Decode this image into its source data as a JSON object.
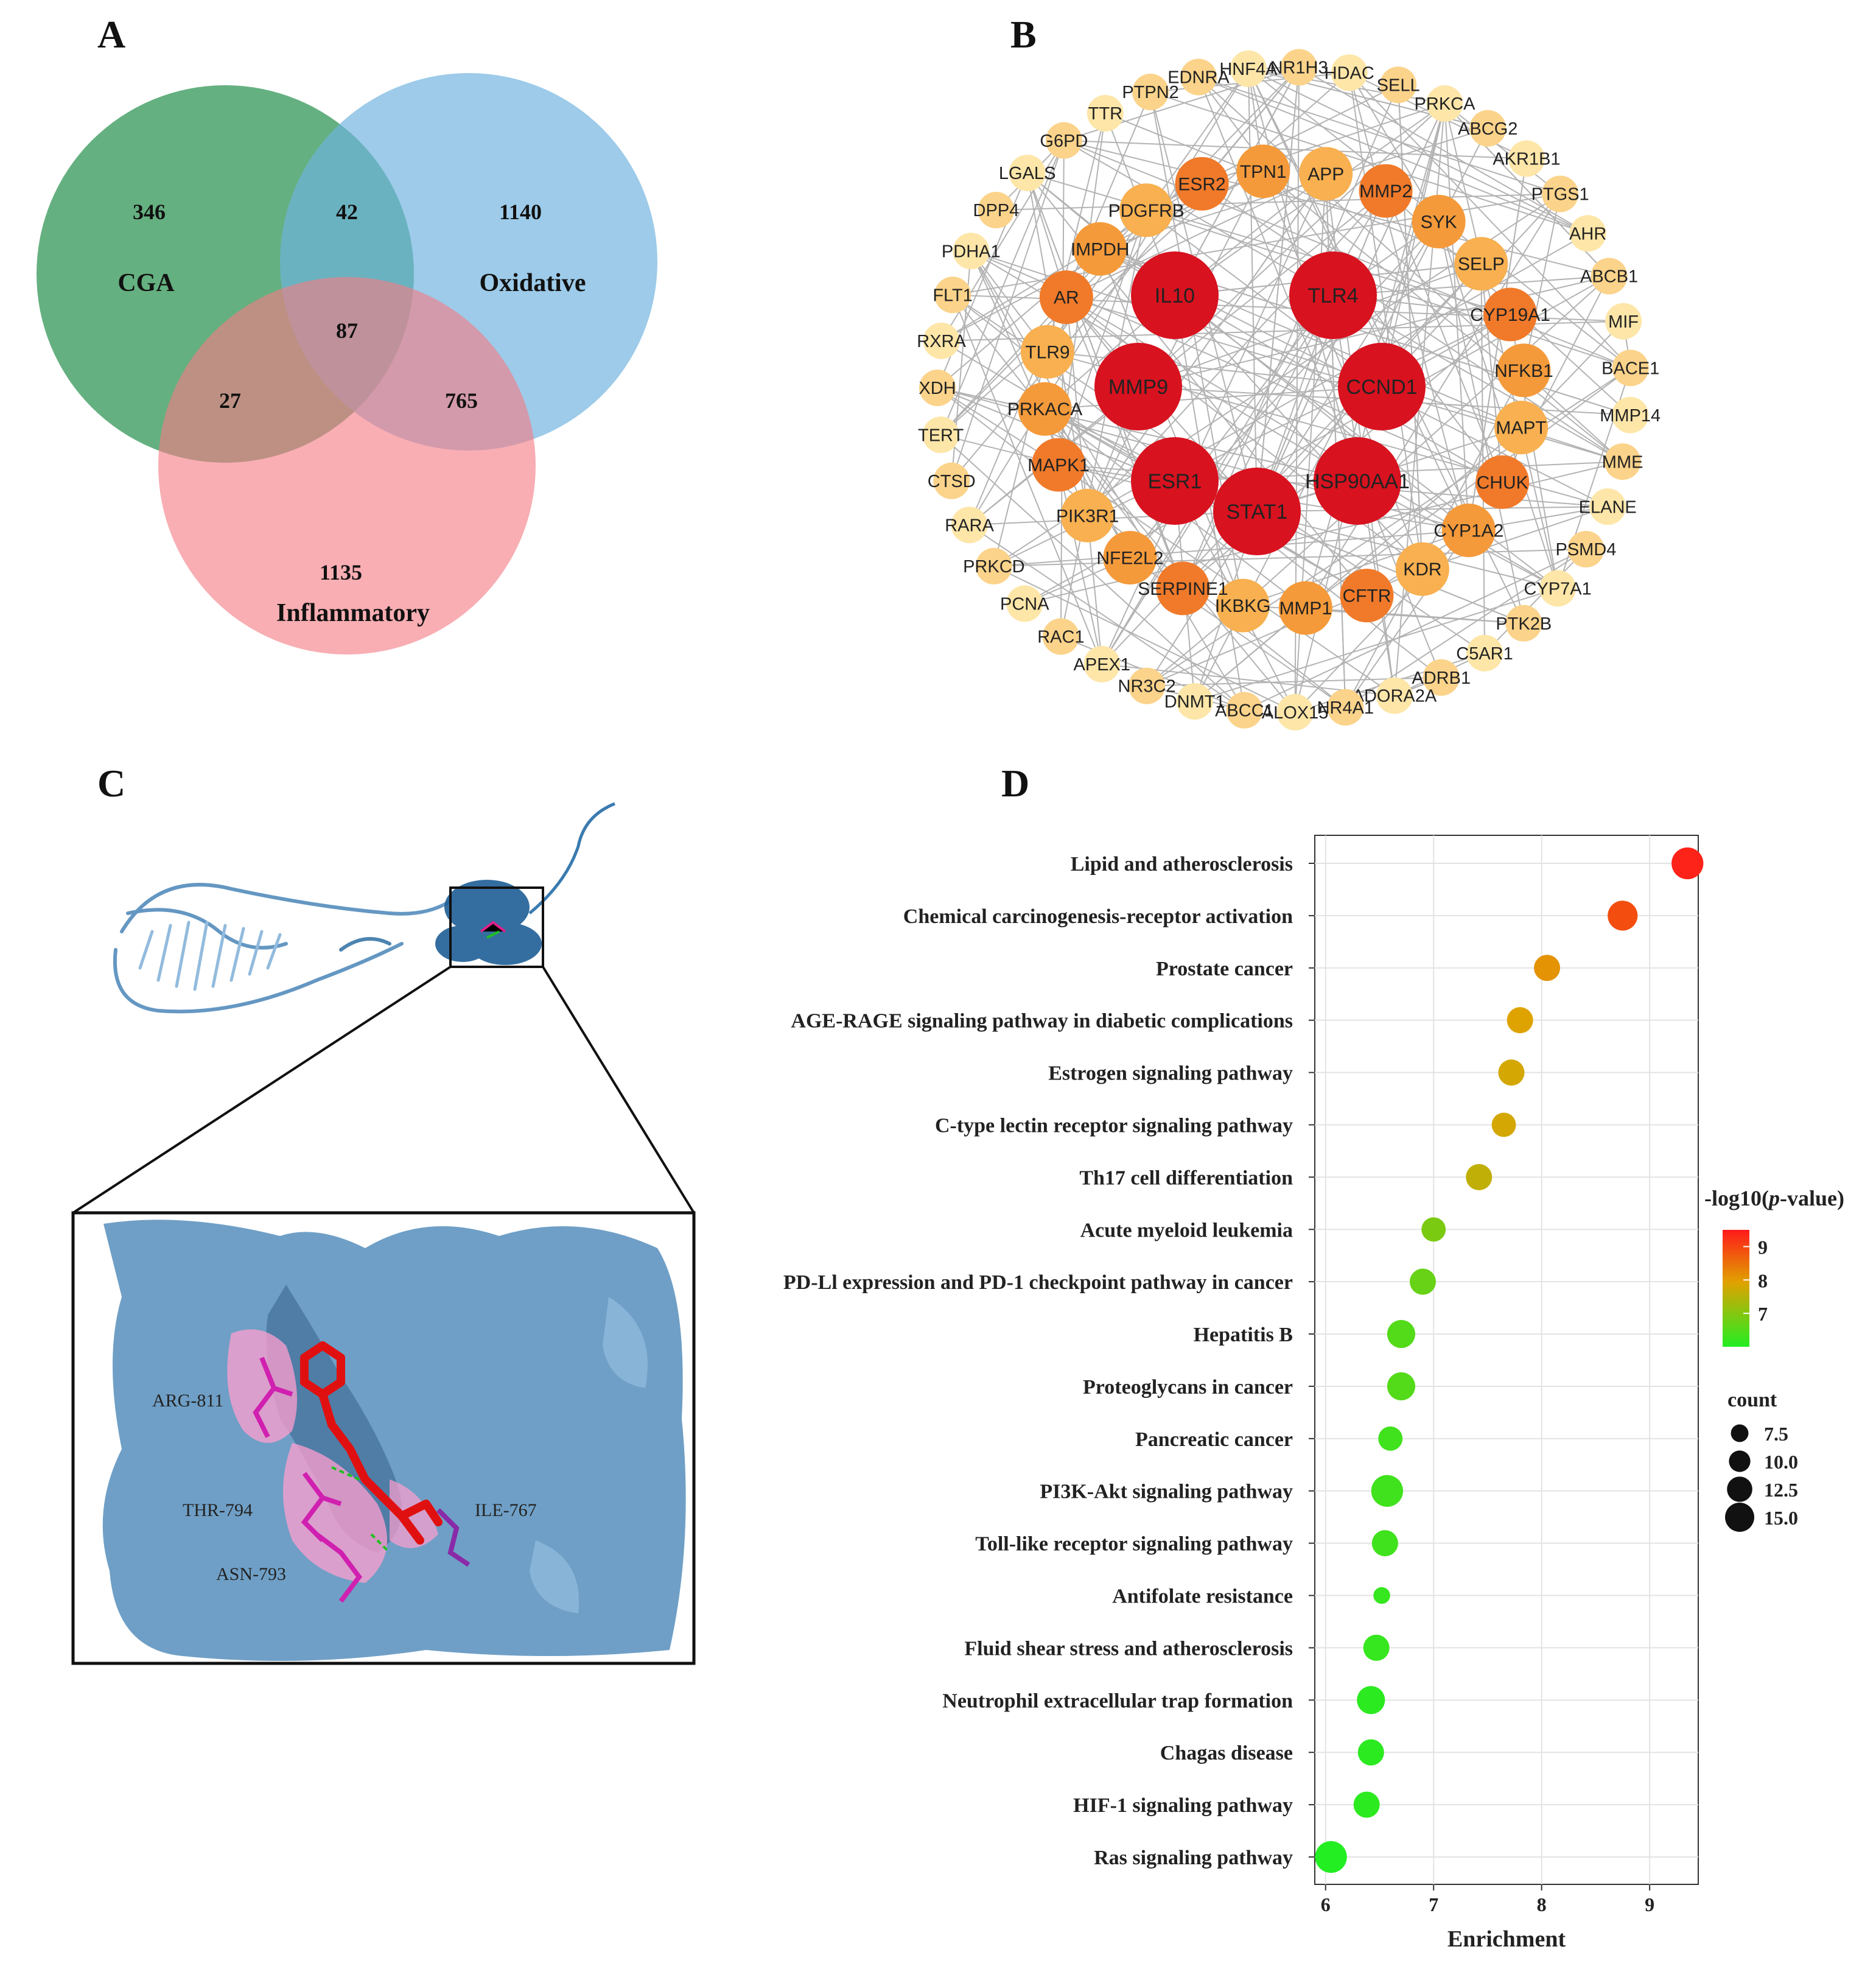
{
  "panels": {
    "a": {
      "letter": "A"
    },
    "b": {
      "letter": "B"
    },
    "c": {
      "letter": "C"
    },
    "d": {
      "letter": "D"
    }
  },
  "venn": {
    "sets": [
      {
        "name": "CGA",
        "color": "#3a9a5c"
      },
      {
        "name": "Oxidative",
        "color": "#6fb3de"
      },
      {
        "name": "Inflammatory",
        "color": "#f47c84"
      }
    ],
    "regions": {
      "only_cga": "346",
      "cga_oxidative": "42",
      "only_oxidative": "1140",
      "all_three": "87",
      "cga_inflammatory": "27",
      "oxidative_inflammatory": "765",
      "only_inflammatory": "1135"
    }
  },
  "network": {
    "core_nodes": [
      "IL10",
      "TLR4",
      "MMP9",
      "CCND1",
      "ESR1",
      "HSP90AA1",
      "STAT1"
    ],
    "middle_nodes": [
      "ESR2",
      "TPN1",
      "APP",
      "MMP2",
      "SYK",
      "SELP",
      "CYP19A1",
      "NFKB1",
      "MAPT",
      "CHUK",
      "CYP1A2",
      "KDR",
      "CFTR",
      "MMP1",
      "IKBKG",
      "SERPINE1",
      "NFE2L2",
      "PIK3R1",
      "MAPK1",
      "PRKACA",
      "TLR9",
      "AR",
      "IMPDH",
      "PDGFRB"
    ],
    "outer_nodes": [
      "EDNRA",
      "HNF4A",
      "NR1H3",
      "HDAC",
      "SELL",
      "PRKCA",
      "ABCG2",
      "AKR1B1",
      "PTGS1",
      "AHR",
      "ABCB1",
      "MIF",
      "BACE1",
      "MMP14",
      "MME",
      "ELANE",
      "PSMD4",
      "CYP7A1",
      "PTK2B",
      "C5AR1",
      "ADRB1",
      "ADORA2A",
      "NR4A1",
      "ALOX15",
      "ABCC1",
      "DNMT1",
      "NR3C2",
      "APEX1",
      "RAC1",
      "PCNA",
      "PRKCD",
      "RARA",
      "CTSD",
      "TERT",
      "XDH",
      "RXRA",
      "FLT1",
      "PDHA1",
      "DPP4",
      "LGALS",
      "G6PD",
      "TTR",
      "PTPN2"
    ]
  },
  "docking": {
    "residues": [
      "ARG-811",
      "THR-794",
      "ASN-793",
      "ILE-767"
    ]
  },
  "chart_data": {
    "type": "scatter",
    "title": "",
    "xlabel": "Enrichment",
    "ylabel": "",
    "xlim": [
      5.9,
      9.45
    ],
    "xticks": [
      6,
      7,
      8,
      9
    ],
    "grid": true,
    "categories": [
      "Lipid and atherosclerosis",
      "Chemical carcinogenesis-receptor activation",
      "Prostate cancer",
      "AGE-RAGE signaling pathway in diabetic complications",
      "Estrogen signaling pathway",
      "C-type lectin receptor signaling pathway",
      "Th17 cell differentiation",
      "Acute myeloid leukemia",
      "PD-Ll expression and PD-1 checkpoint pathway in cancer",
      "Hepatitis B",
      "Proteoglycans in cancer",
      "Pancreatic cancer",
      "PI3K-Akt signaling pathway",
      "Toll-like receptor signaling pathway",
      "Antifolate resistance",
      "Fluid shear stress and  atherosclerosis",
      "Neutrophil extracellular trap formation",
      "Chagas disease",
      "HIF-1 signaling pathway",
      "Ras signaling pathway"
    ],
    "enrichment": [
      9.35,
      8.75,
      8.05,
      7.8,
      7.72,
      7.65,
      7.42,
      7.0,
      6.9,
      6.7,
      6.7,
      6.6,
      6.57,
      6.55,
      6.52,
      6.47,
      6.42,
      6.42,
      6.38,
      6.05
    ],
    "neg_log10_p": [
      9.4,
      8.9,
      8.1,
      7.9,
      7.8,
      7.8,
      7.6,
      6.9,
      6.7,
      6.5,
      6.5,
      6.3,
      6.3,
      6.3,
      6.2,
      6.2,
      6.1,
      6.1,
      6.1,
      6.0
    ],
    "count": [
      13,
      12,
      10,
      10,
      10,
      9,
      10,
      9,
      10,
      11,
      11,
      9,
      13,
      10,
      5,
      10,
      11,
      10,
      10,
      13
    ],
    "color_legend": {
      "title_prefix": "-log10(",
      "title_italic": "p",
      "title_suffix": "-value)",
      "ticks": [
        "9",
        "8",
        "7"
      ],
      "low_color": "#22ee22",
      "mid_color": "#e0a200",
      "high_color": "#ff1a1a",
      "range": [
        6.0,
        9.5
      ]
    },
    "size_legend": {
      "title": "count",
      "values": [
        "7.5",
        "10.0",
        "12.5",
        "15.0"
      ]
    }
  }
}
